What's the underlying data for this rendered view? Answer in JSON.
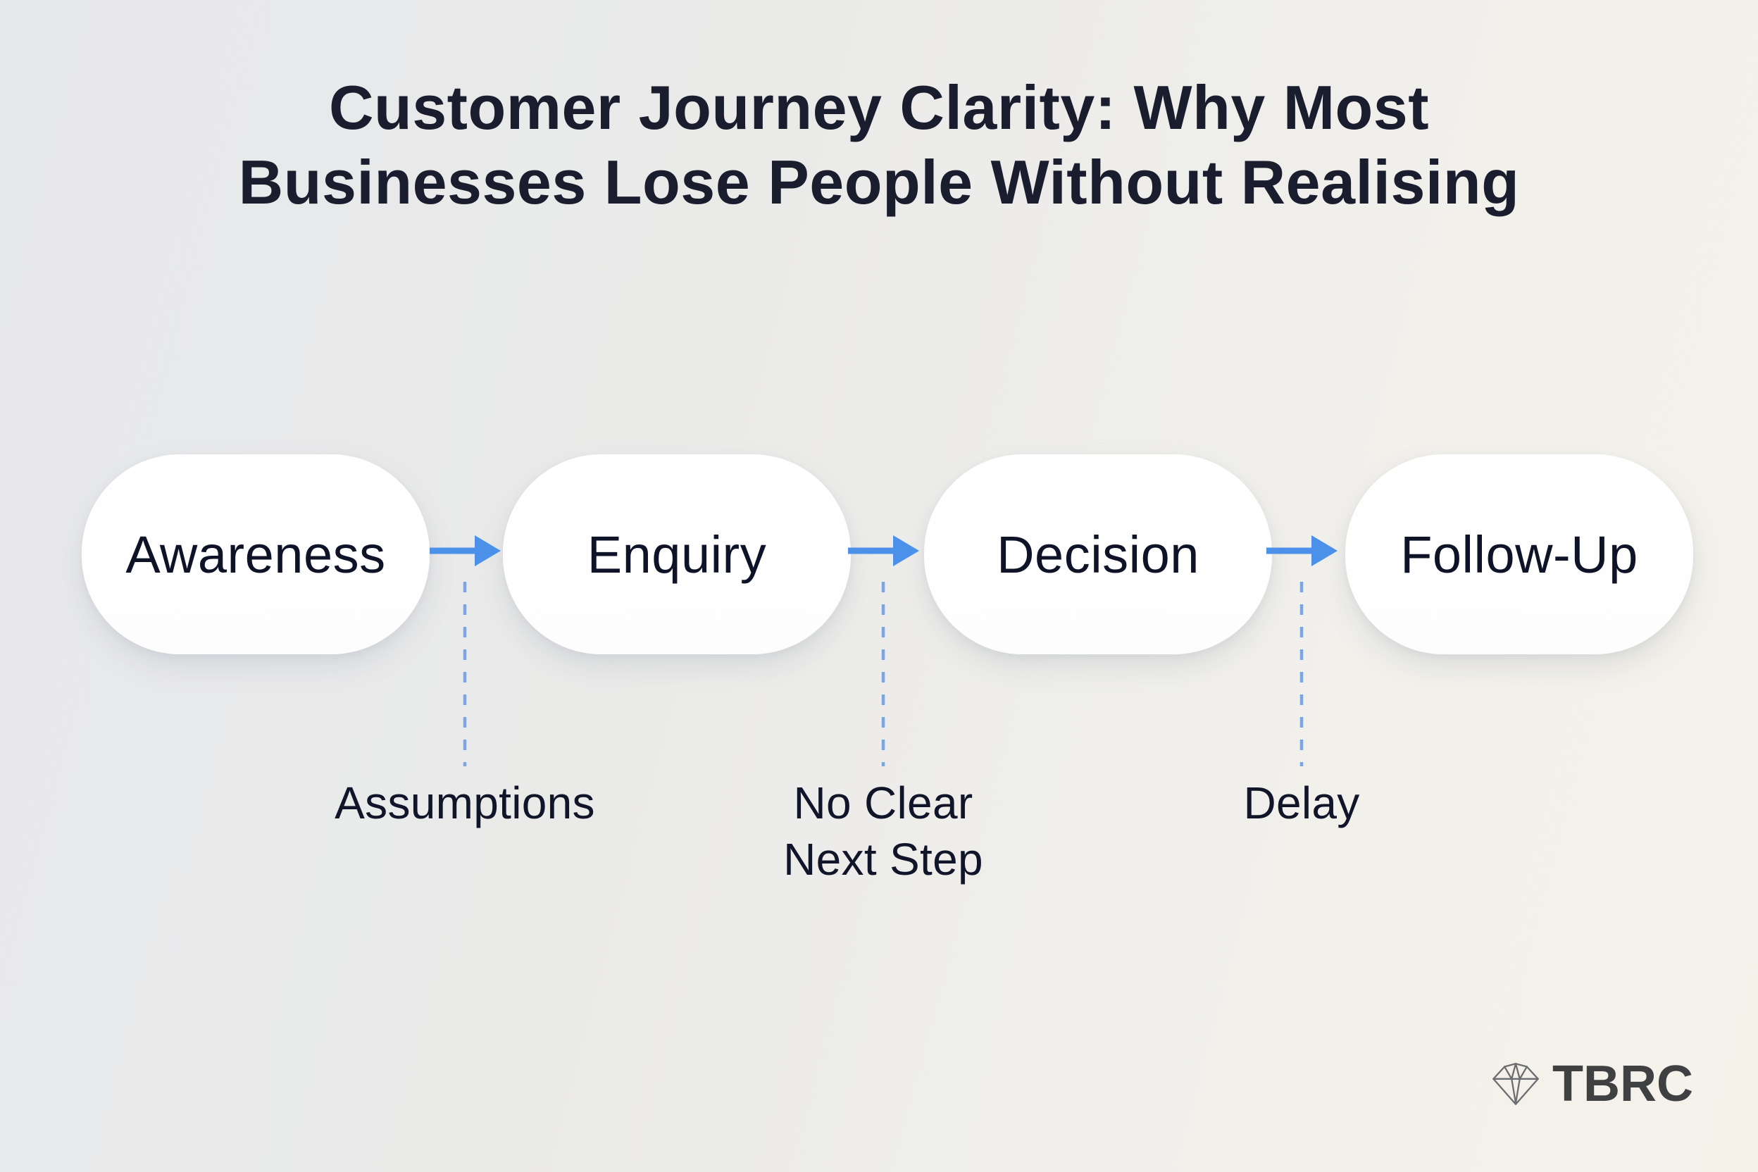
{
  "title": {
    "line1": "Customer Journey Clarity: Why Most",
    "line2": "Businesses Lose People Without Realising"
  },
  "journey": {
    "stages": [
      {
        "label": "Awareness"
      },
      {
        "label": "Enquiry"
      },
      {
        "label": "Decision"
      },
      {
        "label": "Follow-Up"
      }
    ],
    "drop_offs": [
      {
        "lines": [
          "Assumptions",
          ""
        ]
      },
      {
        "lines": [
          "No Clear",
          "Next Step"
        ]
      },
      {
        "lines": [
          "Delay",
          ""
        ]
      }
    ]
  },
  "branding": {
    "logo_text": "TBRC",
    "logo_icon": "diamond-outline-icon"
  },
  "colors": {
    "background_start": "#e7e8ec",
    "background_end": "#f5f2ea",
    "node_fill": "#ffffff",
    "title_text": "#1a1d2d",
    "node_text": "#0f1328",
    "dropoff_text": "#11152a",
    "arrow_blue": "#4b90e9",
    "dash_blue": "#7aa6e6",
    "logo_gray": "#3f4042"
  }
}
